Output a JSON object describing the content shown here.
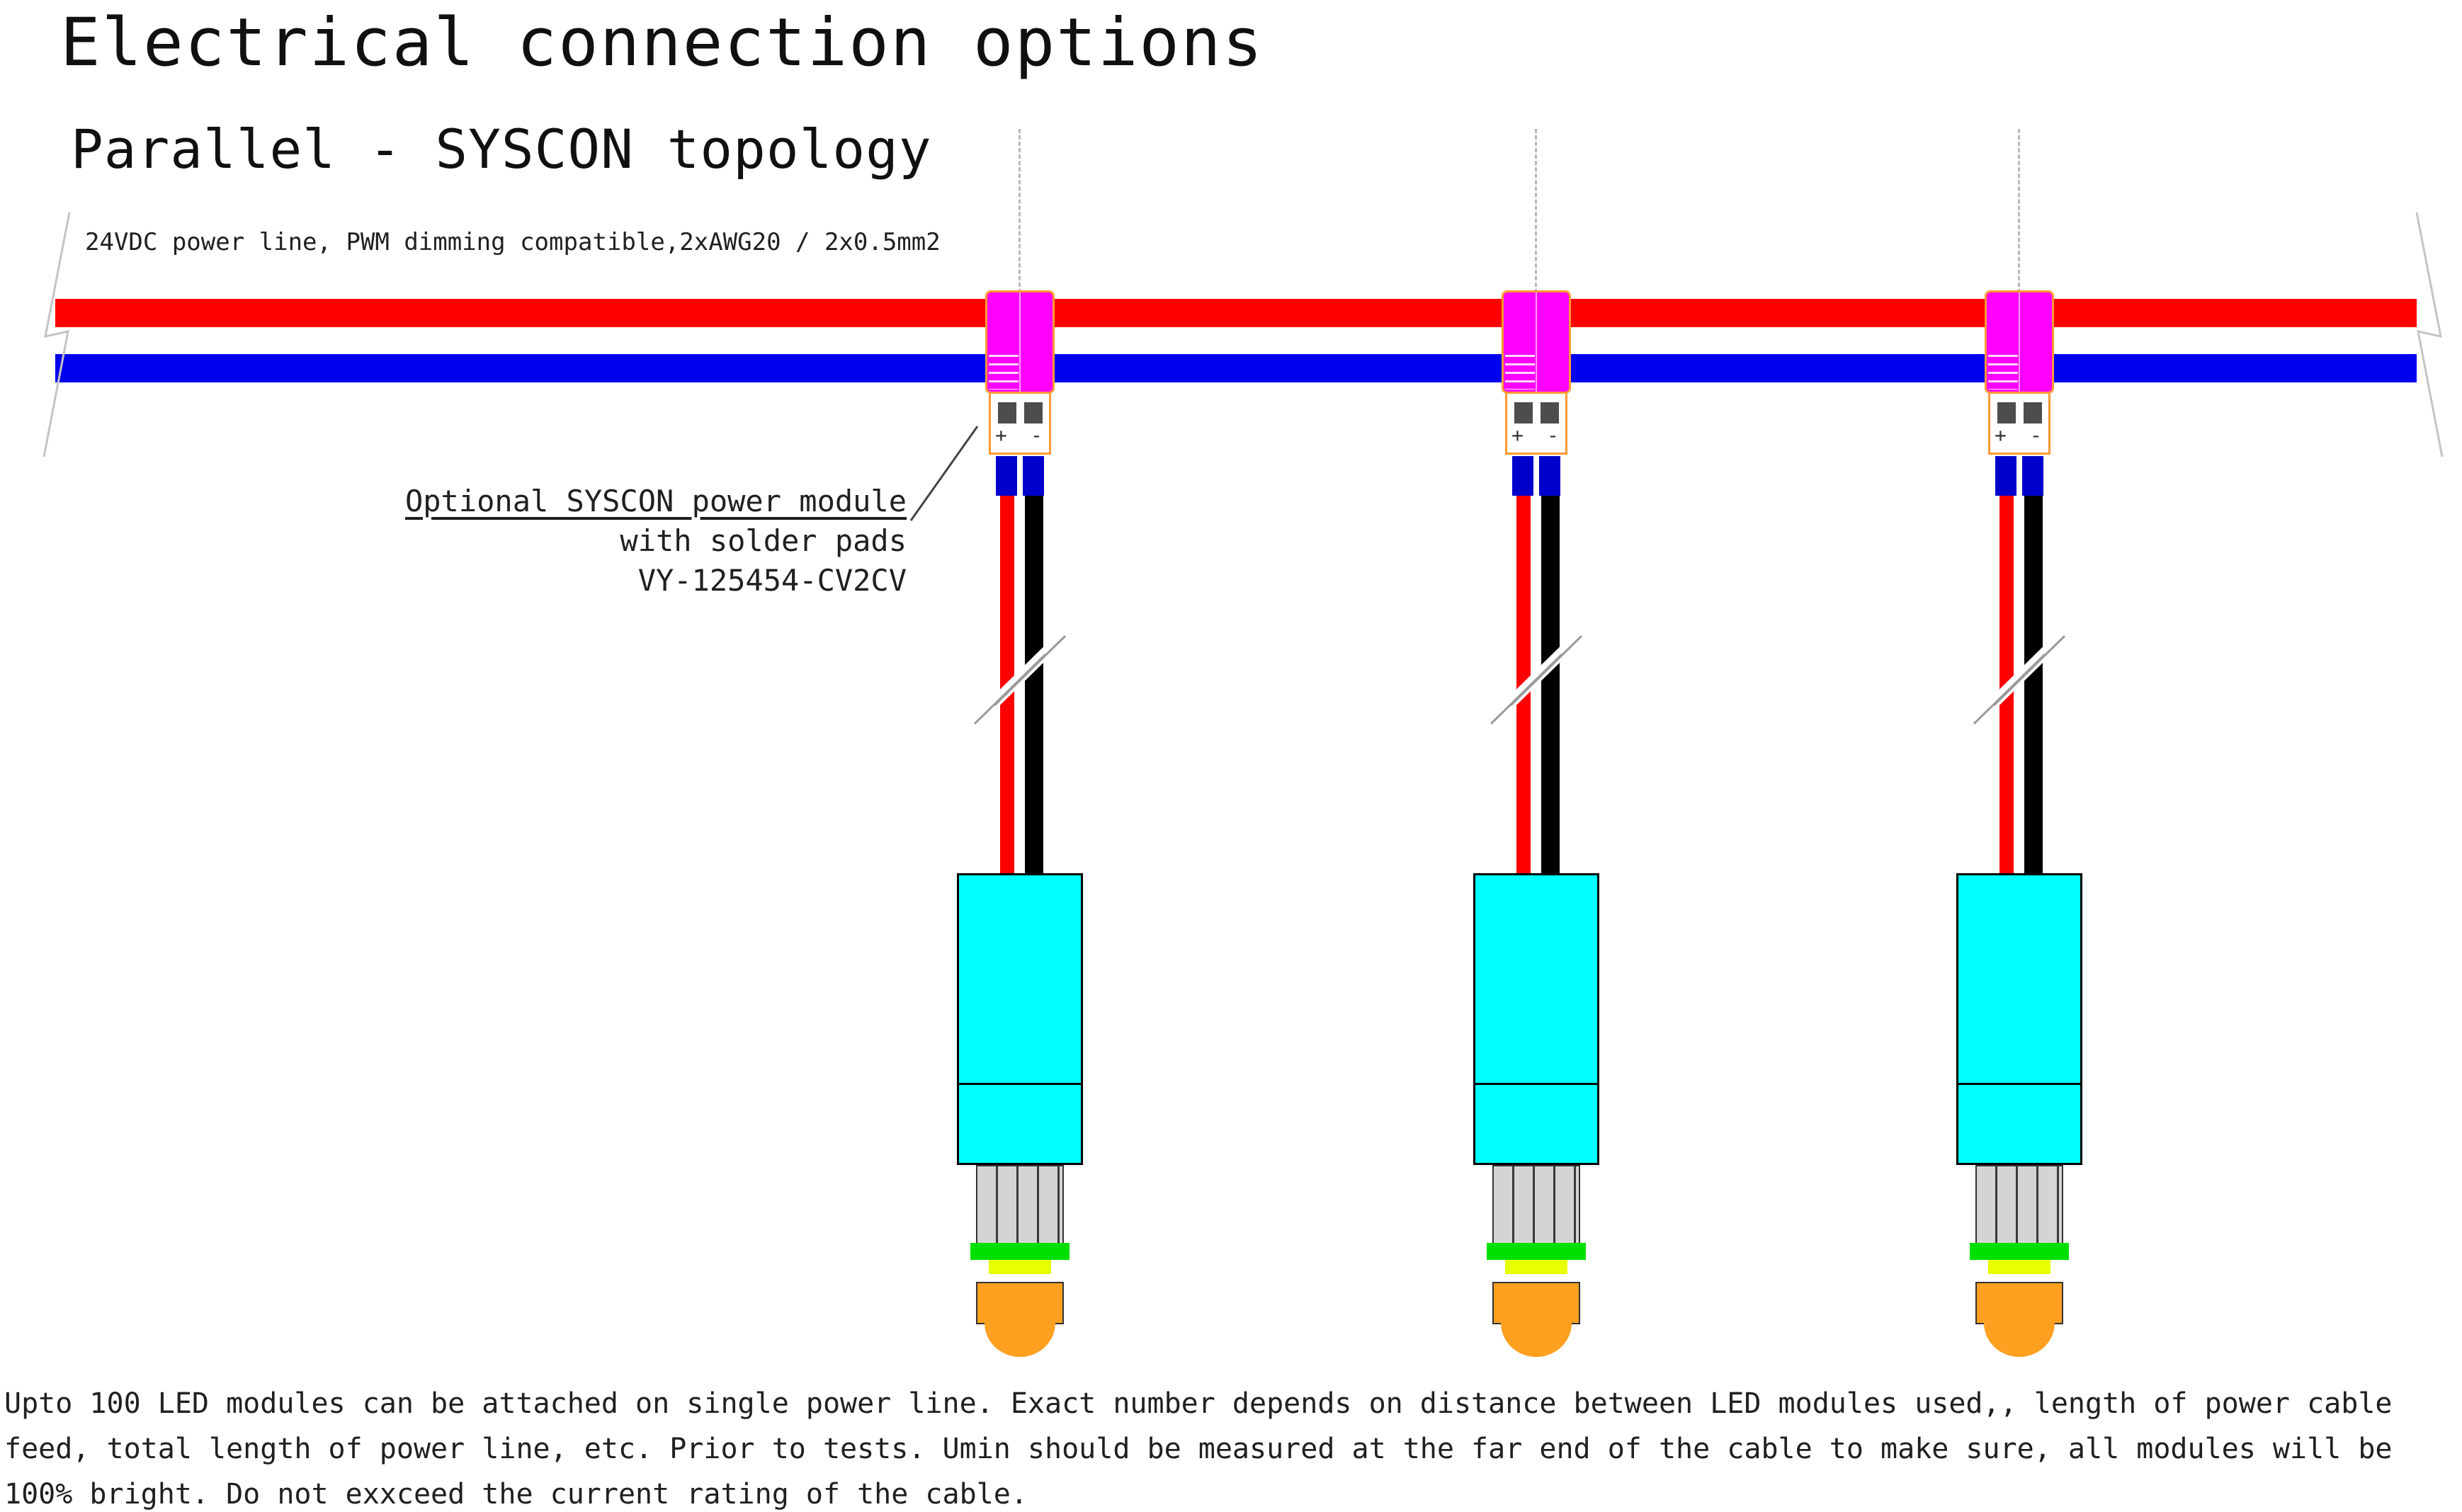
{
  "page": {
    "title": "Electrical connection options",
    "subtitle": "Parallel - SYSCON topology",
    "powerline_label": "24VDC power line, PWM dimming compatible,2xAWG20 / 2x0.5mm2",
    "footer_text": "Upto 100 LED modules can be attached on single power line. Exact number depends on distance between LED modules used,, length of power cable feed, total length of power line, etc. Prior to tests. Umin should be measured at the far end of the cable to make sure, all modules will be 100% bright. Do not exxceed the current rating of the cable."
  },
  "annotation": {
    "line1": "Optional SYSCON power module",
    "line2": "with solder pads",
    "line3": "VY-125454-CV2CV"
  },
  "symbols": {
    "plus": "+",
    "minus": "-"
  },
  "module_count": 3,
  "colors": {
    "power_positive": "#ff0000",
    "power_negative": "#0000ee",
    "connector": "#ff00ff",
    "connector_outline": "#ff9933",
    "solder_pad": "#4d4d4d",
    "wire_terminal": "#0000cc",
    "wire_red": "#ff0000",
    "wire_black": "#000000",
    "module_body": "#00ffff",
    "collar": "#d4d4d4",
    "led_green": "#00e000",
    "led_yellow": "#e8ff00",
    "base_orange": "#ffa020"
  }
}
